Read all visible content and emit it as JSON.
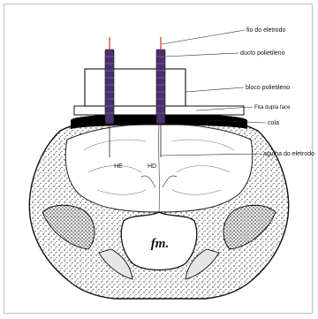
{
  "labels": {
    "fio_eletrodo": "fio do eletrodo",
    "ducto": "ducto polietileno",
    "bloco": "bloco polietileno",
    "fita": "Fita dupla face",
    "cola": "cola",
    "agulha": "agulha do eletrodo"
  },
  "hemispheres": {
    "left": "HE",
    "right": "HD"
  },
  "foramen": "fm.",
  "colors": {
    "electrode_wire": "#d0342c",
    "electrode_body": "#4b2f6e",
    "leader": "#222222"
  }
}
